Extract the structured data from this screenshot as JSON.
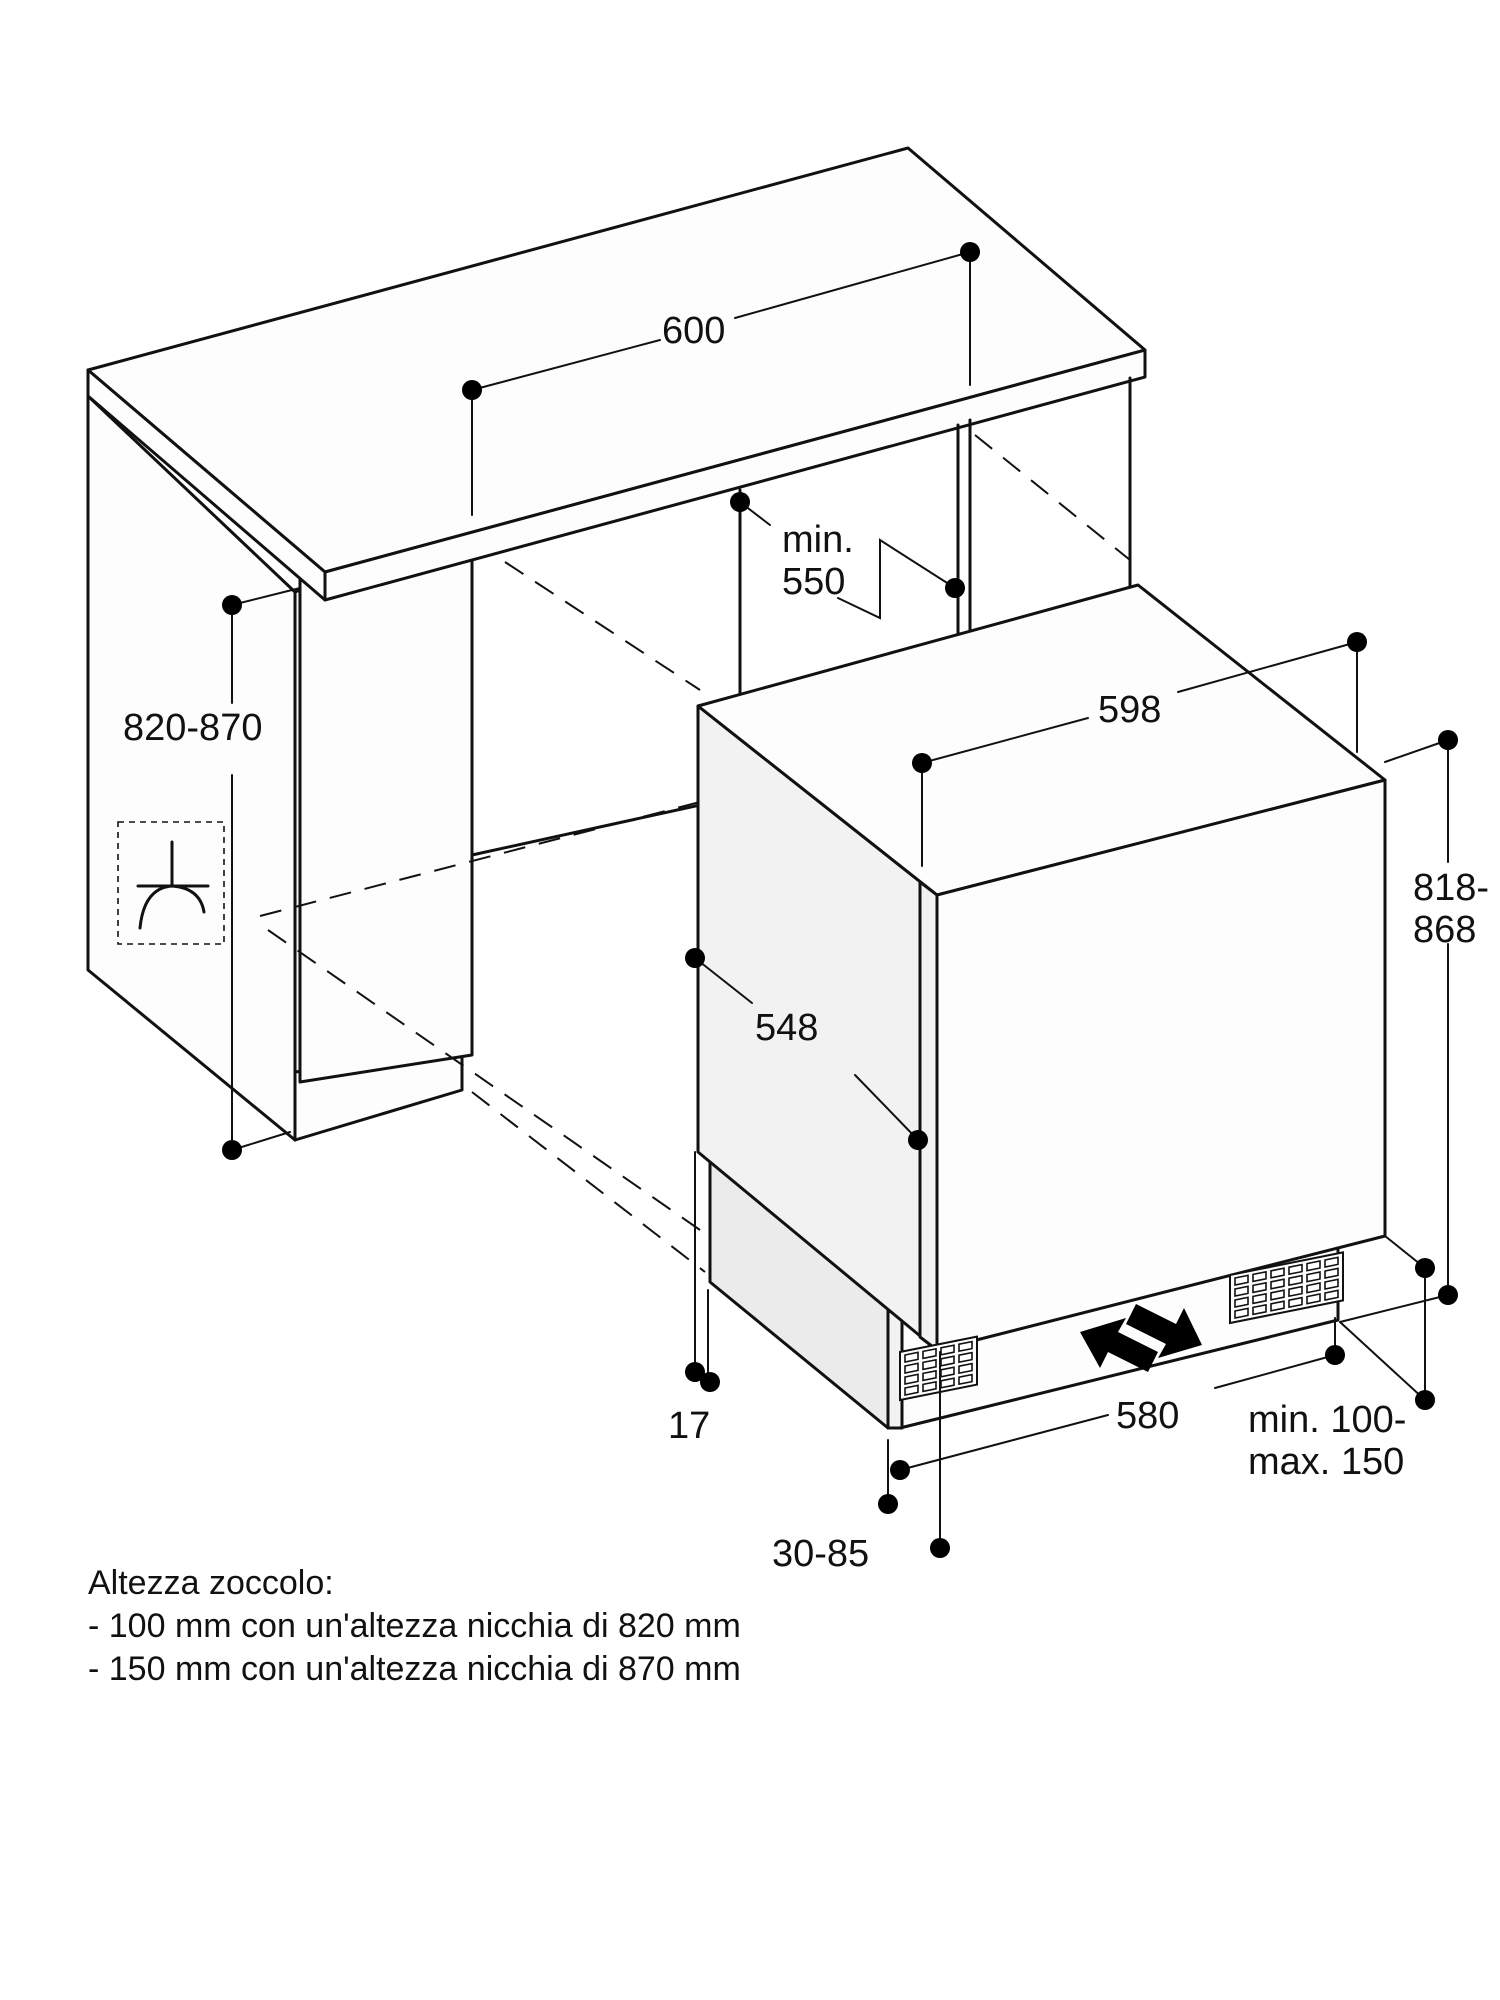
{
  "dimensions": {
    "countertop_width": "600",
    "niche_depth_line1": "min.",
    "niche_depth_line2": "550",
    "niche_height": "820-870",
    "appliance_width": "598",
    "appliance_height_line1": "818-",
    "appliance_height_line2": "868",
    "appliance_depth": "548",
    "door_offset": "17",
    "plinth_depth": "580",
    "plinth_height_line1": "min. 100-",
    "plinth_height_line2": "max. 150",
    "plinth_setback": "30-85"
  },
  "note": {
    "title": "Altezza zoccolo:",
    "lines": [
      "- 100 mm con un'altezza nicchia di 820 mm",
      "- 150 mm con un'altezza nicchia di 870 mm"
    ]
  },
  "icons": [
    "socket-icon",
    "airflow-in-arrow-icon",
    "airflow-out-arrow-icon",
    "ventilation-grille-icon"
  ]
}
